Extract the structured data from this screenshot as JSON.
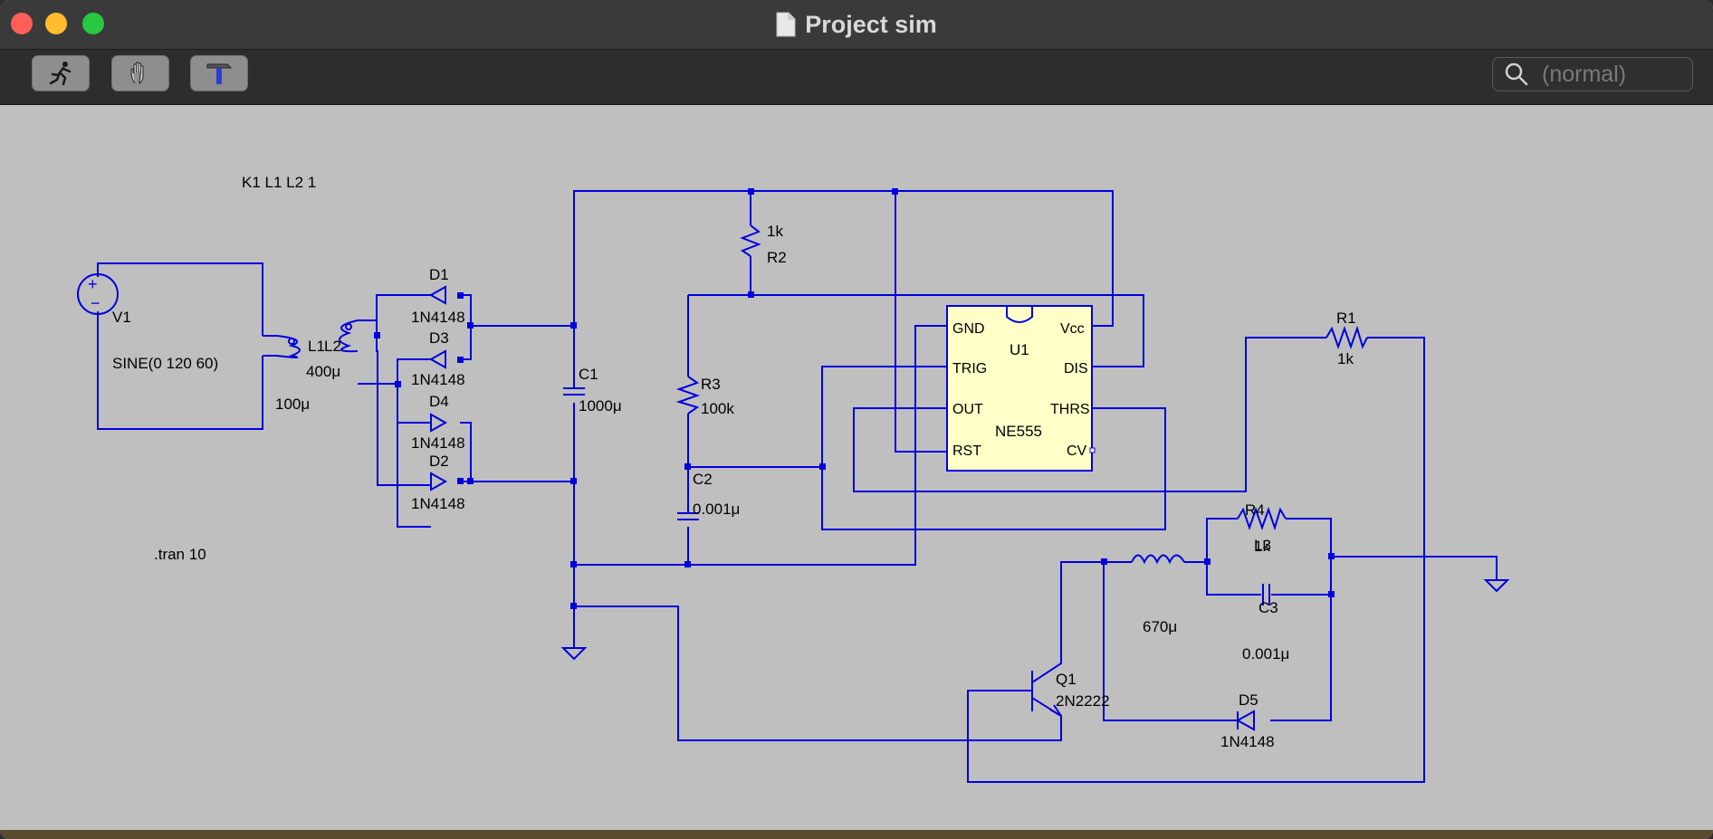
{
  "window": {
    "title": "Project sim"
  },
  "toolbar": {
    "run": "run-icon",
    "halt": "hand-icon",
    "settings": "hammer-icon",
    "search_placeholder": "(normal)"
  },
  "schematic": {
    "directives": {
      "coupling": "K1 L1 L2 1",
      "tran": ".tran 10"
    },
    "v1": {
      "name": "V1",
      "value": "SINE(0 120 60)"
    },
    "l1": {
      "name": "L1",
      "value": "100μ"
    },
    "l2": {
      "name": "L2",
      "value": "400μ"
    },
    "d1": {
      "name": "D1",
      "value": "1N4148"
    },
    "d2": {
      "name": "D2",
      "value": "1N4148"
    },
    "d3": {
      "name": "D3",
      "value": "1N4148"
    },
    "d4": {
      "name": "D4",
      "value": "1N4148"
    },
    "d5": {
      "name": "D5",
      "value": "1N4148"
    },
    "c1": {
      "name": "C1",
      "value": "1000μ"
    },
    "c2": {
      "name": "C2",
      "value": "0.001μ"
    },
    "c3": {
      "name": "C3",
      "value": "0.001μ"
    },
    "r1": {
      "name": "R1",
      "value": "1k"
    },
    "r2": {
      "name": "R2",
      "value": "1k"
    },
    "r3": {
      "name": "R3",
      "value": "100k"
    },
    "r4": {
      "name": "R4",
      "value": "1k"
    },
    "l3": {
      "name": "L3",
      "value": "670μ"
    },
    "q1": {
      "name": "Q1",
      "value": "2N2222"
    },
    "u1": {
      "name": "U1",
      "value": "NE555",
      "pins": {
        "gnd": "GND",
        "trig": "TRIG",
        "out": "OUT",
        "rst": "RST",
        "vcc": "Vcc",
        "dis": "DIS",
        "thrs": "THRS",
        "cv": "CV"
      }
    }
  },
  "colors": {
    "wire": "#0000dd",
    "canvas": "#bfbfbf",
    "ic_fill": "#ffffc8"
  }
}
